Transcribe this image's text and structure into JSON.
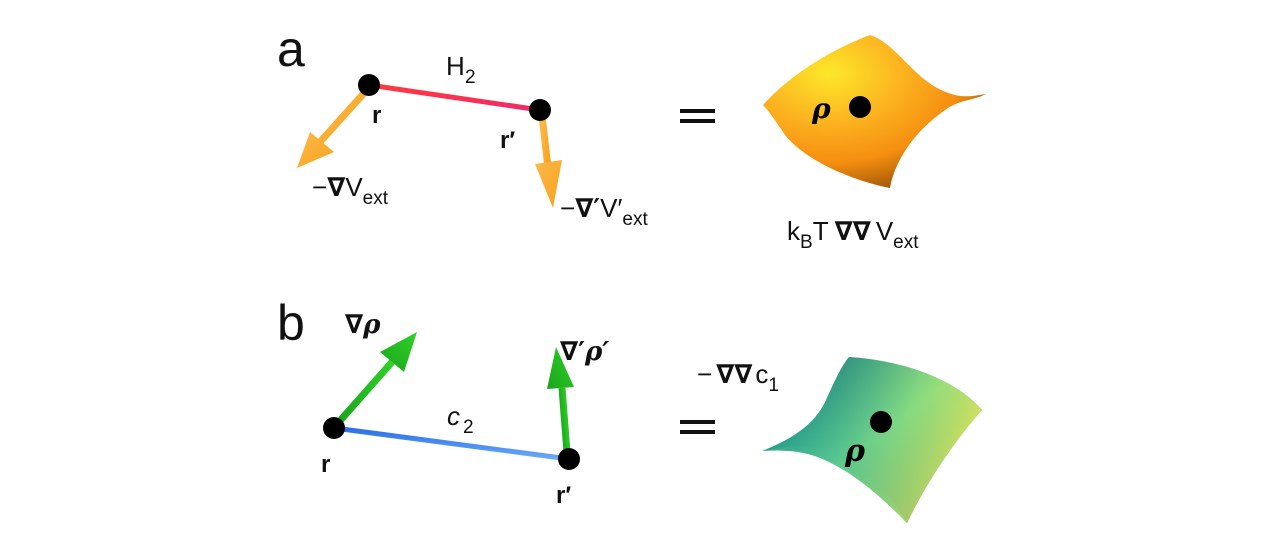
{
  "figure": {
    "panels": [
      {
        "id": "a",
        "label": "a",
        "bond_label": "H",
        "bond_subscript": "2",
        "bond_color": "#f5334d",
        "node_left_label": "r",
        "node_right_label": "r′",
        "arrow_color": "#fbaa2e",
        "arrow_left_label": {
          "prefix": "−",
          "op": "∇",
          "var": "V",
          "sub": "ext"
        },
        "arrow_right_label": {
          "prefix": "−",
          "op": "∇′",
          "var": "V′",
          "sub": "ext"
        },
        "equals": "=",
        "surface_colors": [
          "#fde72a",
          "#fba81e",
          "#f58c0c",
          "#8a4a05"
        ],
        "surface_point_label": "ρ",
        "surface_caption": {
          "pre": "k",
          "pre_sub": "B",
          "mid": "T",
          "op": "∇∇",
          "var": "V",
          "sub": "ext"
        }
      },
      {
        "id": "b",
        "label": "b",
        "bond_label": "c",
        "bond_subscript": "2",
        "bond_color": "#3a7ff0",
        "node_left_label": "r",
        "node_right_label": "r′",
        "arrow_color": "#27c21a",
        "arrow_left_label": {
          "op": "∇",
          "var": "ρ"
        },
        "arrow_right_label": {
          "op": "∇′",
          "var": "ρ′"
        },
        "equals": "=",
        "surface_colors": [
          "#2a0f6a",
          "#1f8a8a",
          "#3ed0a8",
          "#d8ea6a"
        ],
        "surface_point_label": "ρ",
        "surface_caption": {
          "prefix": "−",
          "op": "∇∇",
          "var": "c",
          "sub": "1"
        }
      }
    ]
  }
}
